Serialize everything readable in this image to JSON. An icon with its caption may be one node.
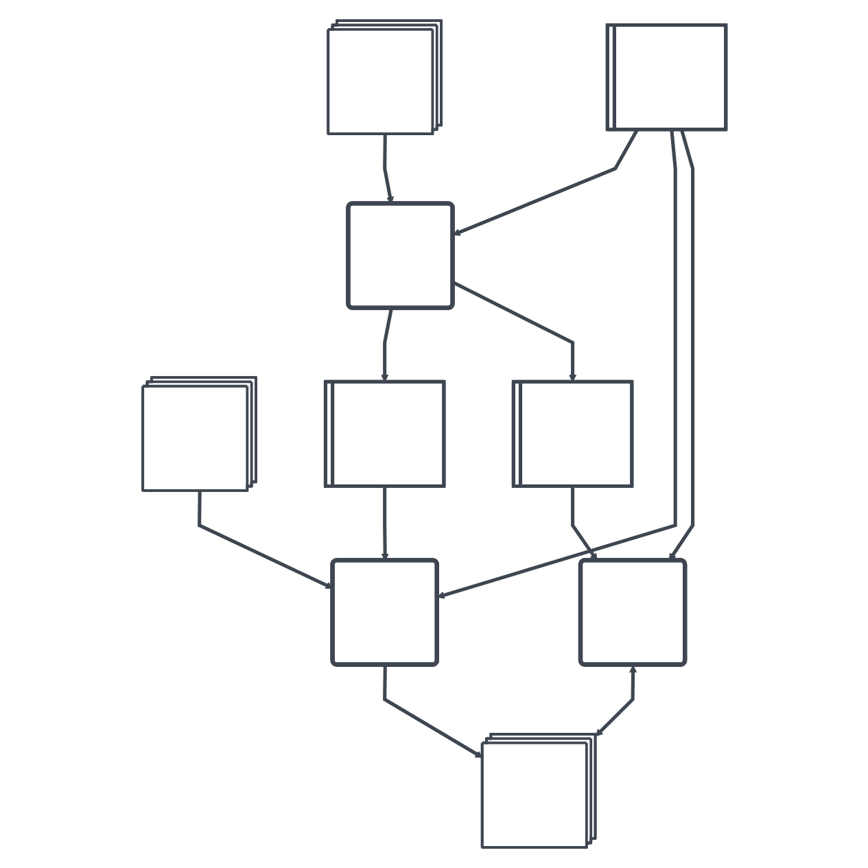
{
  "diagram": {
    "nodes": [
      {
        "text": [],
        "shape": "stack"
      },
      {
        "text": [],
        "shape": "stack"
      },
      {
        "text": [],
        "shape": "store"
      },
      {
        "text": [],
        "shape": "box"
      },
      {
        "text": [],
        "shape": "box"
      },
      {
        "text": [],
        "shape": "store"
      },
      {
        "text": [],
        "shape": "store"
      },
      {
        "text": [],
        "shape": "box"
      },
      {
        "text": [],
        "shape": "stack"
      }
    ],
    "edges": [
      {
        "from": 0,
        "to": 3,
        "arrow": "to"
      },
      {
        "from": 1,
        "to": 4,
        "arrow": "to"
      },
      {
        "from": 3,
        "to": 2,
        "arrow": "to"
      },
      {
        "from": 2,
        "to": 4,
        "arrow": "to"
      },
      {
        "from": 5,
        "to": 3,
        "arrow": "to"
      },
      {
        "from": 5,
        "to": 4,
        "arrow": "to"
      },
      {
        "from": 3,
        "to": 6,
        "arrow": "to"
      },
      {
        "from": 4,
        "to": 8,
        "arrow": "to"
      },
      {
        "from": 5,
        "to": 7,
        "arrow": "to"
      },
      {
        "from": 6,
        "to": 7,
        "arrow": "to"
      },
      {
        "from": 7,
        "to": 8,
        "arrow": "both"
      }
    ]
  }
}
